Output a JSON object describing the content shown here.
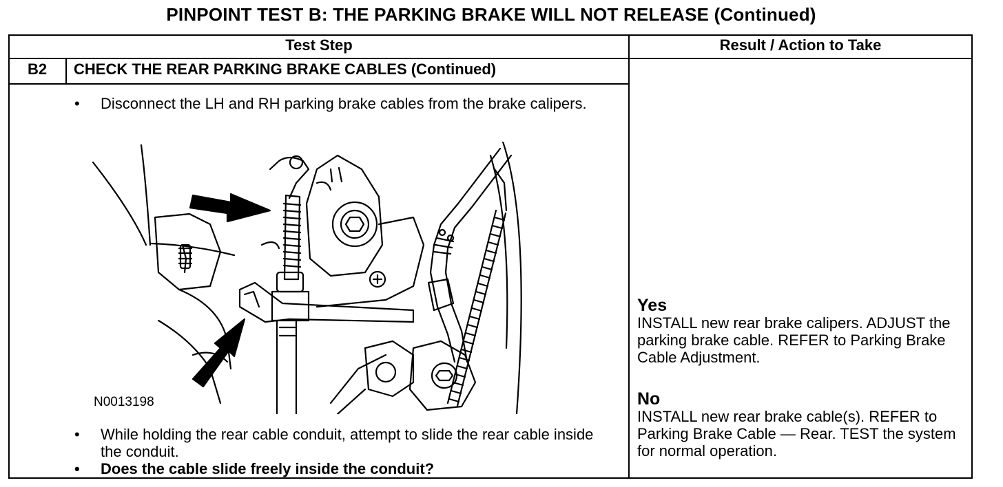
{
  "page": {
    "title": "PINPOINT TEST B: THE PARKING BRAKE WILL NOT RELEASE (Continued)"
  },
  "table": {
    "header_test_step": "Test Step",
    "header_result": "Result / Action to Take"
  },
  "step": {
    "id": "B2",
    "title": "CHECK THE REAR PARKING BRAKE CABLES (Continued)",
    "bullet_symbol": "•",
    "instructions": [
      "Disconnect the LH and RH parking brake cables from the brake calipers.",
      "While holding the rear cable conduit, attempt to slide the rear cable inside the conduit.",
      "Does the cable slide freely inside the conduit?"
    ],
    "figure_id": "N0013198"
  },
  "results": {
    "yes_label": "Yes",
    "yes_text": "INSTALL new rear brake calipers. ADJUST the parking brake cable. REFER to Parking Brake Cable Adjustment.",
    "no_label": "No",
    "no_text": "INSTALL new rear brake cable(s). REFER to Parking Brake Cable — Rear. TEST the system for normal operation."
  }
}
